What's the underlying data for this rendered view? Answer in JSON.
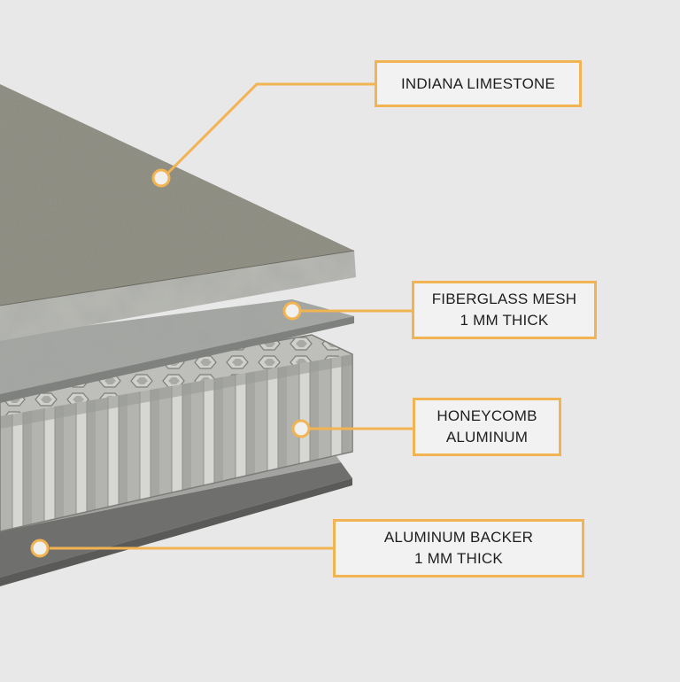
{
  "accent_color": "#f2b352",
  "background_color": "#e8e8e8",
  "layers": {
    "limestone": {
      "color": "#8c8b80"
    },
    "fiberglass": {
      "color": "#a9aca6"
    },
    "honeycomb": {
      "color": "#c4c5c1"
    },
    "backer": {
      "color": "#8e8e8c"
    }
  },
  "callouts": {
    "limestone": {
      "line1": "INDIANA LIMESTONE"
    },
    "fiberglass": {
      "line1": "FIBERGLASS MESH",
      "line2": "1 MM THICK"
    },
    "honeycomb": {
      "line1": "HONEYCOMB",
      "line2": "ALUMINUM"
    },
    "backer": {
      "line1": "ALUMINUM BACKER",
      "line2": "1 MM THICK"
    }
  }
}
